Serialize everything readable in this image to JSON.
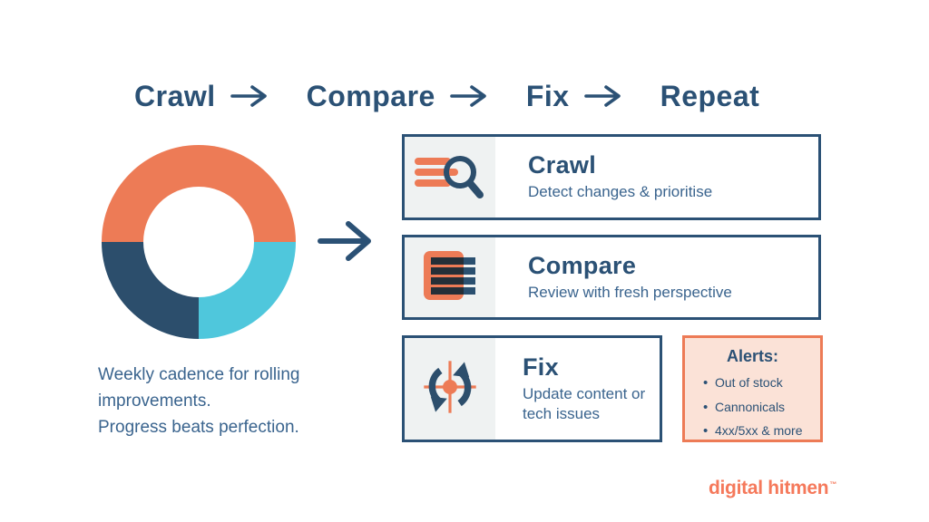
{
  "colors": {
    "orange": "#ED7B56",
    "navy": "#2C4E6C",
    "cyan": "#4FC7DC",
    "card_border": "#2B5175",
    "heading_text": "#2B5175",
    "body_text": "#3A648E",
    "panel_bg": "#EFF2F2",
    "alerts_bg": "#FBE2D7",
    "alerts_border": "#ED7B56",
    "logo_orange": "#F5795B",
    "background": "#FFFFFF"
  },
  "header": {
    "steps": [
      "Crawl",
      "Compare",
      "Fix",
      "Repeat"
    ],
    "arrow_icon": "right-arrow-icon"
  },
  "donut": {
    "caption_lines": [
      "Weekly cadence for rolling",
      "improvements.",
      "Progress beats perfection."
    ]
  },
  "chart_data": {
    "type": "pie",
    "donut": true,
    "title": "",
    "segments": [
      {
        "value": 50,
        "color": "#ED7B56",
        "position": "top-half"
      },
      {
        "value": 25,
        "color": "#4FC7DC",
        "position": "bottom-right"
      },
      {
        "value": 25,
        "color": "#2C4E6C",
        "position": "bottom-left"
      }
    ],
    "legend": "none"
  },
  "cards": [
    {
      "title": "Crawl",
      "subtitle": "Detect changes & prioritise",
      "icon": "search-icon"
    },
    {
      "title": "Compare",
      "subtitle": "Review with fresh perspective",
      "icon": "list-icon"
    },
    {
      "title": "Fix",
      "subtitle": "Update content or tech issues",
      "icon": "refresh-crosshair-icon"
    }
  ],
  "alerts": {
    "title": "Alerts:",
    "items": [
      "Out of stock",
      "Cannonicals",
      "4xx/5xx & more"
    ]
  },
  "logo": {
    "text": "digital hitmen",
    "tm": "™"
  }
}
